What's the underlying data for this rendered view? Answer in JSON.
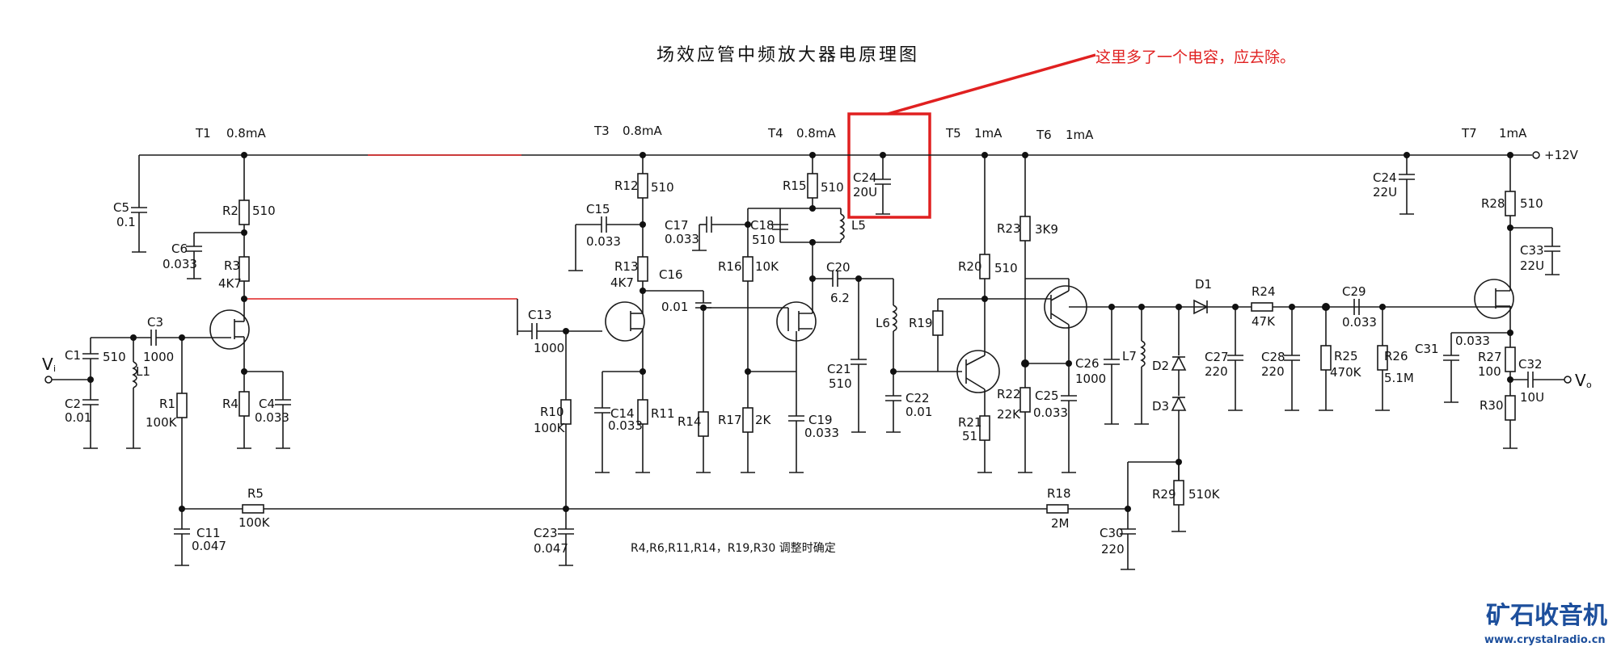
{
  "title": "场效应管中频放大器电原理图",
  "annotation": "这里多了一个电容，应去除。",
  "adjust_note": "R4,R6,R11,R14，R19,R30 调整时确定",
  "supply": "+12V",
  "input_label": "V",
  "input_sub": "i",
  "output_label": "V",
  "output_sub": "o",
  "stages": [
    {
      "name": "T1",
      "current": "0.8mA"
    },
    {
      "name": "T3",
      "current": "0.8mA"
    },
    {
      "name": "T4",
      "current": "0.8mA"
    },
    {
      "name": "T5",
      "current": "1mA"
    },
    {
      "name": "T6",
      "current": "1mA"
    },
    {
      "name": "T7",
      "current": "1mA"
    }
  ],
  "components": {
    "C1": [
      "C1",
      "510"
    ],
    "C2": [
      "C2",
      "0.01"
    ],
    "C3": [
      "C3",
      "1000"
    ],
    "C4": [
      "C4",
      "0.033"
    ],
    "C5": [
      "C5",
      "0.1"
    ],
    "C6": [
      "C6",
      "0.033"
    ],
    "C11": [
      "C11",
      "0.047"
    ],
    "C13": [
      "C13",
      "1000"
    ],
    "C14": [
      "C14",
      "0.033"
    ],
    "C15": [
      "C15",
      "0.033"
    ],
    "C16": [
      "C16",
      "0.01"
    ],
    "C17": [
      "C17",
      "0.033"
    ],
    "C18": [
      "C18",
      "510"
    ],
    "C19": [
      "C19",
      "0.033"
    ],
    "C20": [
      "C20",
      "6.2"
    ],
    "C21": [
      "C21",
      "510"
    ],
    "C22": [
      "C22",
      "0.01"
    ],
    "C23": [
      "C23",
      "0.047"
    ],
    "C24a": [
      "C24",
      "20U"
    ],
    "C24b": [
      "C24",
      "22U"
    ],
    "C25": [
      "C25",
      "0.033"
    ],
    "C26": [
      "C26",
      "1000"
    ],
    "C27": [
      "C27",
      "220"
    ],
    "C28": [
      "C28",
      "220"
    ],
    "C29": [
      "C29",
      "0.033"
    ],
    "C30": [
      "C30",
      "220"
    ],
    "C31": [
      "C31",
      "0.033"
    ],
    "C32": [
      "C32",
      "10U"
    ],
    "C33": [
      "C33",
      "22U"
    ],
    "R1": [
      "R1",
      "100K"
    ],
    "R2": [
      "R2",
      "510"
    ],
    "R3": [
      "R3",
      "4K7"
    ],
    "R4": [
      "R4",
      ""
    ],
    "R5": [
      "R5",
      "100K"
    ],
    "R10": [
      "R10",
      "100K"
    ],
    "R11": [
      "R11",
      ""
    ],
    "R12": [
      "R12",
      "510"
    ],
    "R13": [
      "R13",
      "4K7"
    ],
    "R14": [
      "R14",
      ""
    ],
    "R15": [
      "R15",
      "510"
    ],
    "R16": [
      "R16",
      "10K"
    ],
    "R17": [
      "R17",
      "2K"
    ],
    "R18": [
      "R18",
      "2M"
    ],
    "R19": [
      "R19",
      ""
    ],
    "R20": [
      "R20",
      "510"
    ],
    "R21": [
      "R21",
      "51"
    ],
    "R22": [
      "R22",
      "22K"
    ],
    "R23": [
      "R23",
      "3K9"
    ],
    "R24": [
      "R24",
      "47K"
    ],
    "R25": [
      "R25",
      "470K"
    ],
    "R26": [
      "R26",
      "5.1M"
    ],
    "R27": [
      "R27",
      "100"
    ],
    "R28": [
      "R28",
      "510"
    ],
    "R29": [
      "R29",
      "510K"
    ],
    "R30": [
      "R30",
      ""
    ],
    "L1": [
      "L1",
      ""
    ],
    "L5": [
      "L5",
      ""
    ],
    "L6": [
      "L6",
      ""
    ],
    "L7": [
      "L7",
      ""
    ],
    "D1": [
      "D1",
      ""
    ],
    "D2": [
      "D2",
      ""
    ],
    "D3": [
      "D3",
      ""
    ]
  },
  "watermark": {
    "cn": "矿石收音机",
    "url": "www.crystalradio.cn"
  },
  "colors": {
    "annotation": "#e02020",
    "wire": "#1a1a1a",
    "logo": "#1d4f9c"
  }
}
